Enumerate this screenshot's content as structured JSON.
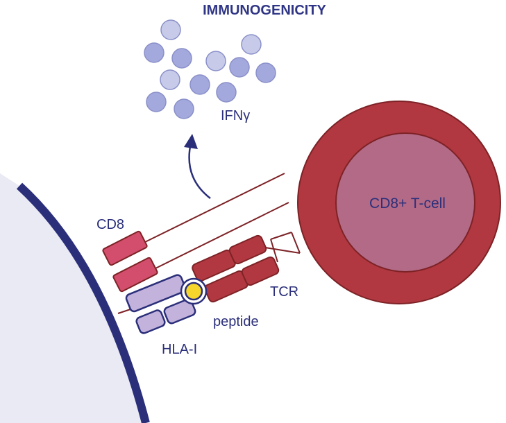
{
  "title": "IMMUNOGENICITY",
  "labels": {
    "cytokine": "IFNγ",
    "tcell": "CD8+ T-cell",
    "cd8": "CD8",
    "tcr": "TCR",
    "peptide": "peptide",
    "hla": "HLA-I"
  },
  "colors": {
    "navy": "#2b2f7a",
    "title": "#2f3585",
    "tcell_outer": "#b13840",
    "tcell_outer_stroke": "#7d2226",
    "tcell_inner": "#b36a87",
    "cd8_fill": "#d24e6c",
    "tcr_fill": "#b13840",
    "hla_fill": "#c3b3dc",
    "peptide_fill": "#f7d62c",
    "apc_fill": "#e9eaf4",
    "dot_dark": "#a3a9dc",
    "dot_light": "#c7cbe9"
  }
}
